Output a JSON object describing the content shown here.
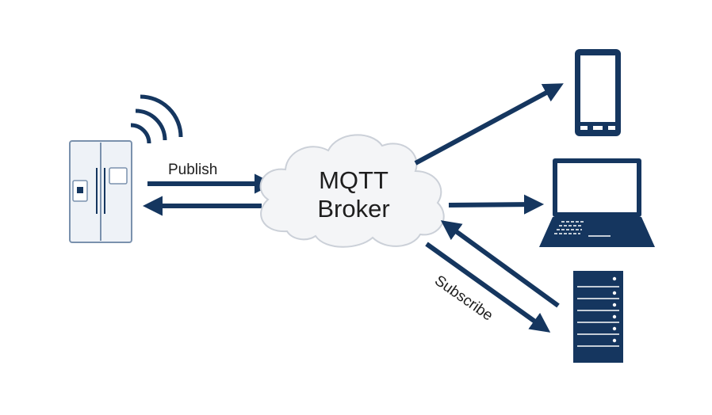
{
  "broker": {
    "line1": "MQTT",
    "line2": "Broker"
  },
  "labels": {
    "publish": "Publish",
    "subscribe": "Subscribe"
  },
  "colors": {
    "navy": "#15365f",
    "cloud_fill": "#f4f5f7",
    "cloud_stroke": "#cbd0d8",
    "fridge_fill": "#eef2f7",
    "fridge_stroke": "#7a91ad"
  },
  "icons": [
    "fridge-icon",
    "wifi-signal-icon",
    "smartphone-icon",
    "laptop-icon",
    "server-rack-icon",
    "cloud-icon"
  ]
}
